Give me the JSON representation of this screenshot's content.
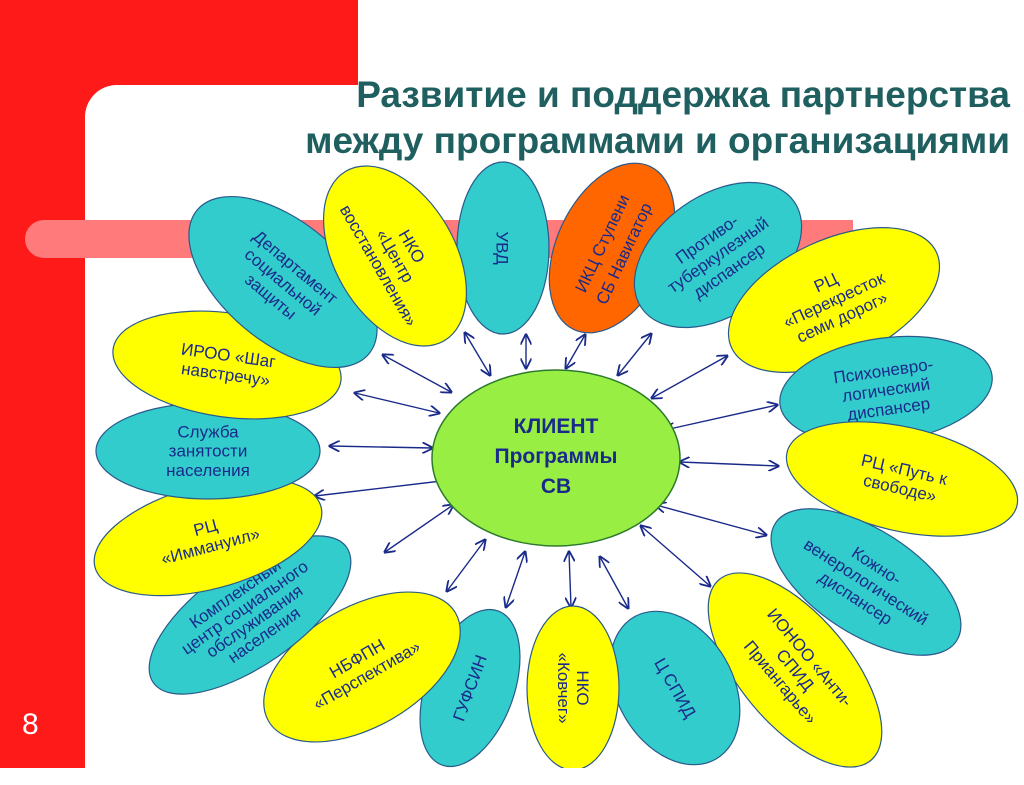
{
  "page_number": "8",
  "title": {
    "line1": "Развитие и поддержка партнерства",
    "line2": "между программами и организациями"
  },
  "center": {
    "lines": [
      "КЛИЕНТ",
      "Программы",
      "СВ"
    ],
    "color": "#99ee44"
  },
  "colors": {
    "yellow": "#ffff00",
    "teal": "#33cccc",
    "orange": "#ff6600",
    "text": "#1a2a8a"
  },
  "petals": [
    {
      "id": "uvd",
      "color": "teal",
      "lines": [
        "УВД"
      ]
    },
    {
      "id": "ikc",
      "color": "orange",
      "lines": [
        "ИКЦ Ступени",
        "СБ Навигатор"
      ]
    },
    {
      "id": "tb",
      "color": "teal",
      "lines": [
        "Противо-",
        "туберкулезный",
        "диспансер"
      ]
    },
    {
      "id": "perekrestok",
      "color": "yellow",
      "lines": [
        "РЦ",
        "«Перекресток",
        "семи дорог»"
      ]
    },
    {
      "id": "psycho",
      "color": "teal",
      "lines": [
        "Психоневро-",
        "логический",
        "диспансер"
      ]
    },
    {
      "id": "put",
      "color": "yellow",
      "lines": [
        "РЦ «Путь к",
        "свободе»"
      ]
    },
    {
      "id": "kvd",
      "color": "teal",
      "lines": [
        "Кожно-",
        "венерологический",
        "диспансер"
      ]
    },
    {
      "id": "ionoo",
      "color": "yellow",
      "lines": [
        "ИОНОО «Анти-",
        "СПИД",
        "Приангарье»"
      ]
    },
    {
      "id": "cspid",
      "color": "teal",
      "lines": [
        "Ц СПИД"
      ]
    },
    {
      "id": "kovcheg",
      "color": "yellow",
      "lines": [
        "НКО",
        "«Ковчег»"
      ]
    },
    {
      "id": "gufsin",
      "color": "teal",
      "lines": [
        "ГУФСИН"
      ]
    },
    {
      "id": "nbfpn",
      "color": "yellow",
      "lines": [
        "НБФПН",
        "«Перспектива»"
      ]
    },
    {
      "id": "kcso",
      "color": "teal",
      "lines": [
        "Комплексный",
        "центр социального",
        "обслуживания",
        "населения"
      ]
    },
    {
      "id": "immanuil",
      "color": "yellow",
      "lines": [
        "РЦ",
        "«Иммануил»"
      ]
    },
    {
      "id": "szn",
      "color": "teal",
      "lines": [
        "Служба",
        "занятости",
        "населения"
      ]
    },
    {
      "id": "iroo",
      "color": "yellow",
      "lines": [
        "ИРОО «Шаг",
        "навстречу»"
      ]
    },
    {
      "id": "dsz",
      "color": "teal",
      "lines": [
        "Департамент",
        "социальной",
        "защиты"
      ]
    },
    {
      "id": "nko-centr",
      "color": "yellow",
      "lines": [
        "НКО",
        "«Центр",
        "восстановления»"
      ]
    }
  ]
}
